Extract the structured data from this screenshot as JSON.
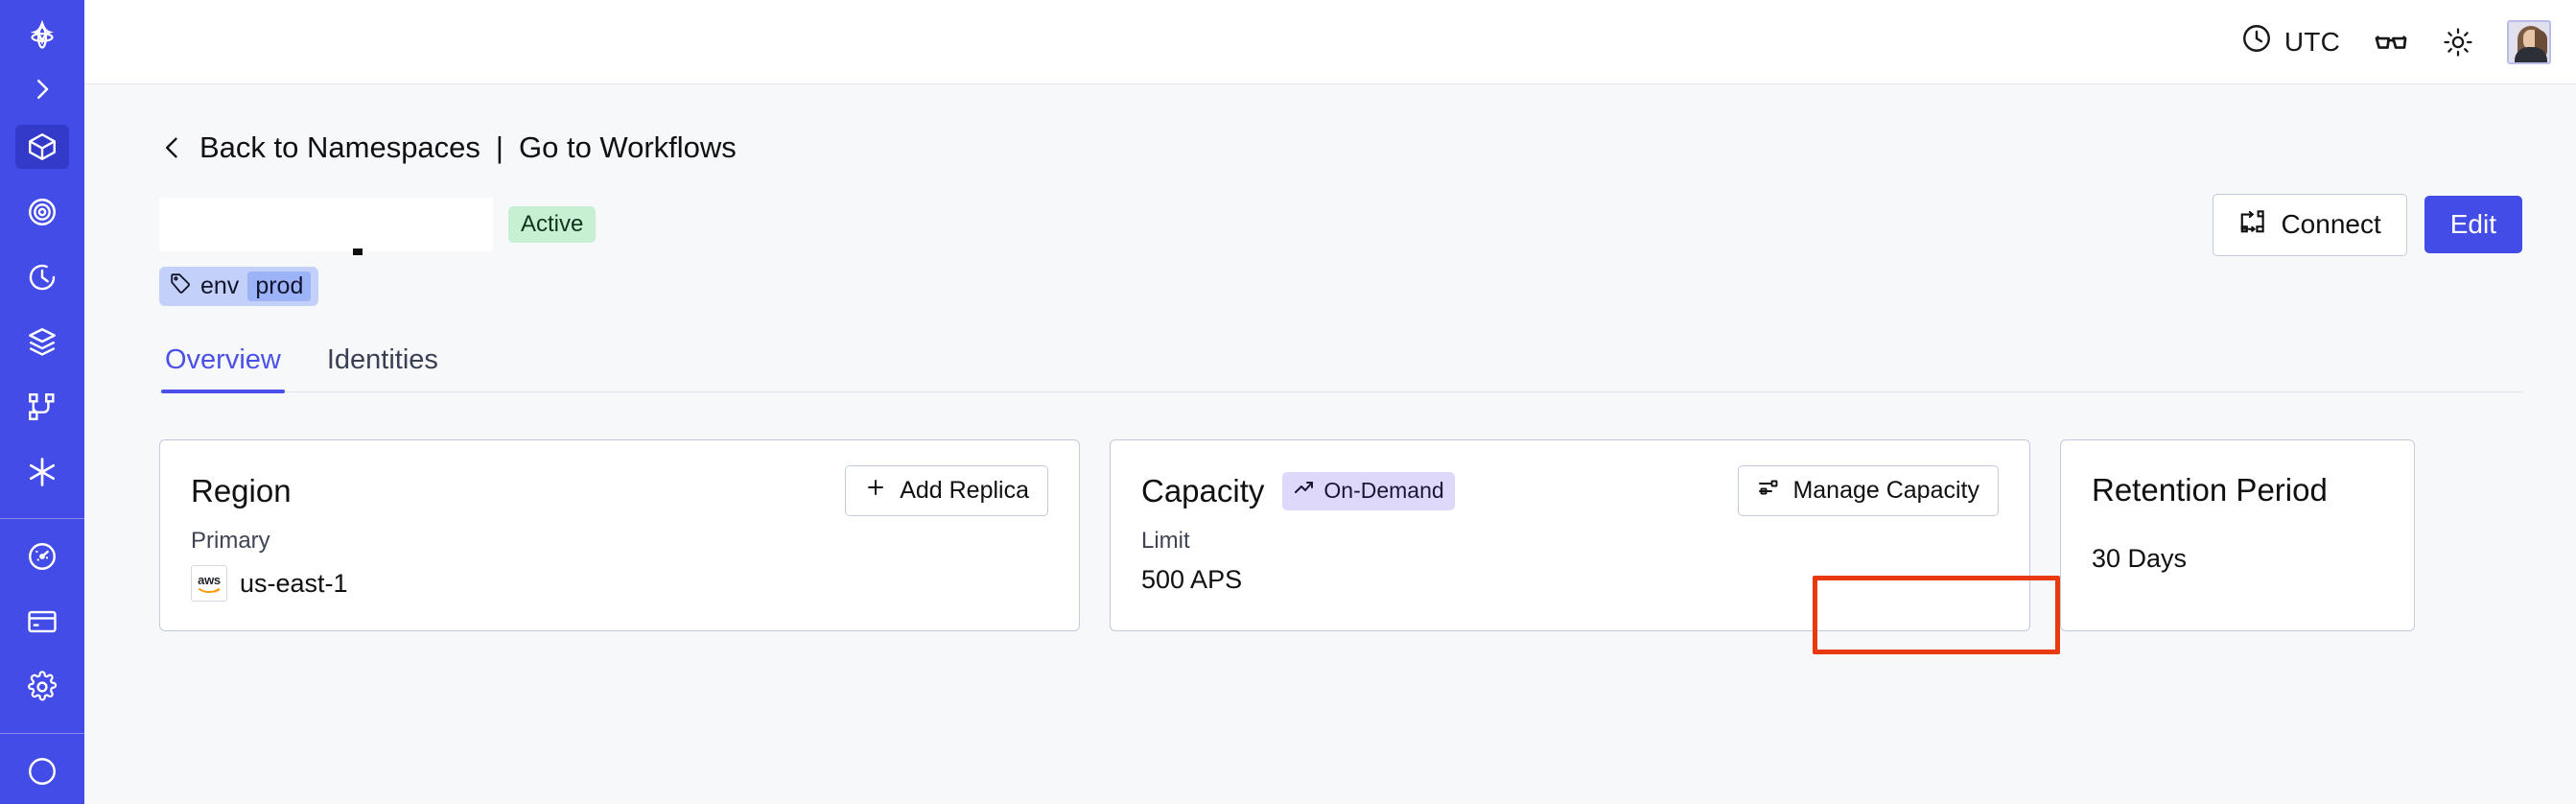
{
  "sidebar": {
    "logo_icon": "temporal-logo-icon",
    "expand_icon": "chevron-right-icon",
    "items": [
      {
        "name": "namespaces",
        "icon": "cube-icon",
        "active": true
      },
      {
        "name": "workflows",
        "icon": "spiral-workflow-icon",
        "active": false
      },
      {
        "name": "schedules",
        "icon": "timer-icon",
        "active": false
      },
      {
        "name": "batch-operations",
        "icon": "layers-icon",
        "active": false
      },
      {
        "name": "nexus",
        "icon": "branch-nodes-icon",
        "active": false
      },
      {
        "name": "asterisk",
        "icon": "asterisk-icon",
        "active": false
      }
    ],
    "bottom_items": [
      {
        "name": "usage",
        "icon": "gauge-icon"
      },
      {
        "name": "billing",
        "icon": "credit-card-icon"
      },
      {
        "name": "settings",
        "icon": "gear-icon"
      }
    ]
  },
  "topbar": {
    "timezone_label": "UTC",
    "clock_icon": "clock-icon",
    "glasses_icon": "glasses-icon",
    "theme_icon": "sun-icon",
    "avatar_icon": "user-avatar"
  },
  "breadcrumb": {
    "back_chevron_icon": "chevron-left-icon",
    "back_label": "Back to Namespaces",
    "separator": "|",
    "workflows_label": "Go to Workflows"
  },
  "header": {
    "namespace_title": "",
    "status_badge": "Active",
    "tag": {
      "icon": "tag-icon",
      "key": "env",
      "value": "prod"
    },
    "connect_label": "Connect",
    "connect_icon": "connect-flow-icon",
    "edit_label": "Edit"
  },
  "tabs": [
    {
      "label": "Overview",
      "active": true
    },
    {
      "label": "Identities",
      "active": false
    }
  ],
  "cards": {
    "region": {
      "title": "Region",
      "action_label": "Add Replica",
      "action_icon": "plus-icon",
      "label": "Primary",
      "provider_icon": "aws-logo-icon",
      "value": "us-east-1"
    },
    "capacity": {
      "title": "Capacity",
      "pill_label": "On-Demand",
      "pill_icon": "trending-up-icon",
      "action_label": "Manage Capacity",
      "action_icon": "sliders-icon",
      "label": "Limit",
      "value": "500 APS"
    },
    "retention": {
      "title": "Retention Period",
      "value": "30 Days"
    }
  },
  "annotation": {
    "color": "#e8390f",
    "target": "manage-capacity-button"
  },
  "colors": {
    "brand": "#444ce7",
    "brand_active": "#3339c9",
    "accent_text": "#4a51e8",
    "status_green_bg": "#c7f0d2",
    "tag_blue_bg": "#c3d0fa",
    "tag_blue_value_bg": "#9cb3f7",
    "pill_purple_bg": "#ded8fb",
    "page_bg": "#f7f8fa",
    "card_border": "#c2cade",
    "annotation_red": "#e8390f"
  }
}
